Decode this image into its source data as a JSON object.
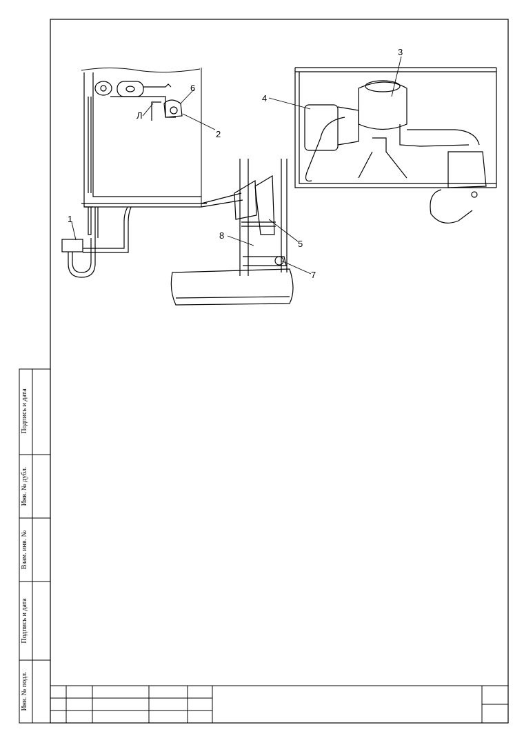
{
  "side_stamp": {
    "labels": [
      "Подпись и дата",
      "Инв. № дубл.",
      "Взам. инв. №",
      "Подпись и дата",
      "Инв. № подл."
    ]
  },
  "figure": {
    "callouts": [
      "1",
      "2",
      "3",
      "4",
      "5",
      "6",
      "7",
      "8",
      "Л"
    ]
  }
}
